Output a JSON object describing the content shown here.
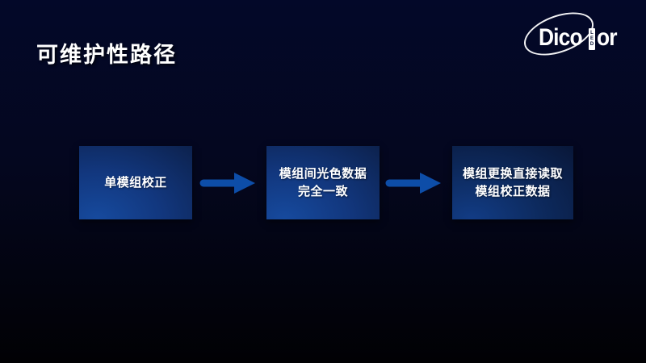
{
  "slide": {
    "title": "可维护性路径",
    "logo": {
      "part1": "Dico",
      "part2": "or",
      "led_letters": [
        "L",
        "E",
        "D"
      ]
    },
    "flow": {
      "steps": [
        {
          "line1": "单模组校正",
          "line2": ""
        },
        {
          "line1": "模组间光色数据",
          "line2": "完全一致"
        },
        {
          "line1": "模组更换直接读取",
          "line2": "模组校正数据"
        }
      ]
    },
    "colors": {
      "background_top": "#030829",
      "background_bottom": "#010104",
      "box_bright": "#164a9e",
      "box_dark": "#0a1838",
      "arrow": "#0d4da8",
      "text": "#ffffff"
    }
  }
}
